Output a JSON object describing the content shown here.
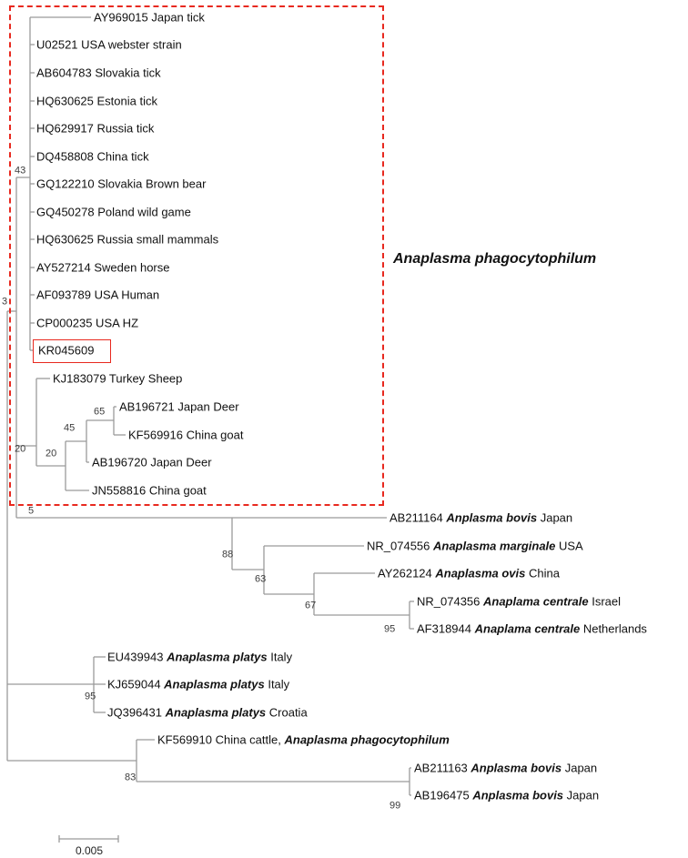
{
  "figure": {
    "clade_label": "Anaplasma phagocytophilum",
    "scale_label": "0.005"
  },
  "colors": {
    "highlight_red": "#e8291f",
    "tree_line_gray": "#9a9a9a"
  },
  "taxa": [
    {
      "pre": "AY969015 Japan tick",
      "sp": "",
      "post": ""
    },
    {
      "pre": "U02521 USA webster strain",
      "sp": "",
      "post": ""
    },
    {
      "pre": "AB604783 Slovakia tick",
      "sp": "",
      "post": ""
    },
    {
      "pre": "HQ630625 Estonia tick",
      "sp": "",
      "post": ""
    },
    {
      "pre": "HQ629917 Russia tick",
      "sp": "",
      "post": ""
    },
    {
      "pre": "DQ458808 China tick",
      "sp": "",
      "post": ""
    },
    {
      "pre": "GQ122210 Slovakia Brown bear",
      "sp": "",
      "post": ""
    },
    {
      "pre": "GQ450278 Poland wild game",
      "sp": "",
      "post": ""
    },
    {
      "pre": "HQ630625 Russia small mammals",
      "sp": "",
      "post": ""
    },
    {
      "pre": "AY527214 Sweden horse",
      "sp": "",
      "post": ""
    },
    {
      "pre": "AF093789 USA Human",
      "sp": "",
      "post": ""
    },
    {
      "pre": "CP000235 USA HZ",
      "sp": "",
      "post": ""
    },
    {
      "pre": "KR045609",
      "sp": "",
      "post": ""
    },
    {
      "pre": "KJ183079 Turkey Sheep",
      "sp": "",
      "post": ""
    },
    {
      "pre": "AB196721 Japan Deer",
      "sp": "",
      "post": ""
    },
    {
      "pre": "KF569916 China goat",
      "sp": "",
      "post": ""
    },
    {
      "pre": "AB196720 Japan Deer",
      "sp": "",
      "post": ""
    },
    {
      "pre": "JN558816 China goat",
      "sp": "",
      "post": ""
    },
    {
      "pre": "AB211164 ",
      "sp": "Anplasma bovis",
      "post": " Japan"
    },
    {
      "pre": "NR_074556 ",
      "sp": "Anaplasma marginale",
      "post": " USA"
    },
    {
      "pre": "AY262124 ",
      "sp": "Anaplasma ovis",
      "post": " China"
    },
    {
      "pre": "NR_074356 ",
      "sp": "Anaplama centrale",
      "post": " Israel"
    },
    {
      "pre": "AF318944 ",
      "sp": "Anaplama centrale",
      "post": " Netherlands"
    },
    {
      "pre": "EU439943 ",
      "sp": "Anaplasma platys",
      "post": " Italy"
    },
    {
      "pre": "KJ659044 ",
      "sp": "Anaplasma platys",
      "post": " Italy"
    },
    {
      "pre": "JQ396431 ",
      "sp": "Anaplasma platys",
      "post": " Croatia"
    },
    {
      "pre": "KF569910 China cattle, ",
      "sp": "Anaplasma phagocytophilum",
      "post": ""
    },
    {
      "pre": "AB211163 ",
      "sp": "Anplasma bovis",
      "post": " Japan"
    },
    {
      "pre": "AB196475 ",
      "sp": "Anplasma bovis",
      "post": " Japan"
    }
  ],
  "bootstraps": [
    "43",
    "3",
    "65",
    "45",
    "20",
    "20",
    "5",
    "88",
    "63",
    "67",
    "95",
    "95",
    "83",
    "99"
  ]
}
